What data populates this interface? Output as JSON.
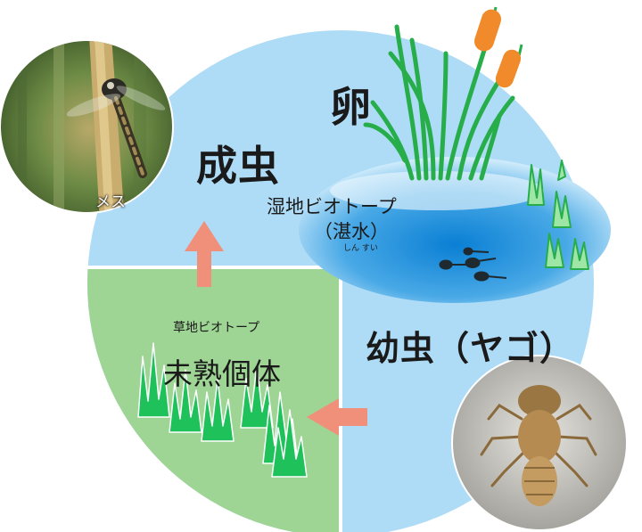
{
  "labels": {
    "egg": "卵",
    "adult": "成虫",
    "female": "メス",
    "wetland_biotope": "湿地ビオトープ",
    "flooded": "（湛水）",
    "flooded_reading": "しん すい",
    "grassland_biotope": "草地ビオトープ",
    "immature": "未熟個体",
    "larva": "幼虫（ヤゴ）"
  },
  "colors": {
    "water_blue": "#aedcf6",
    "grass_green": "#9ed494",
    "arrow_salmon": "#f0907a",
    "reed_green": "#27ae4a",
    "cattail_orange": "#f08a2a"
  },
  "icons": [
    "dragonfly-adult-photo",
    "dragonfly-larva-photo",
    "tadpole-icon",
    "reed-icon",
    "cattail-icon",
    "grass-icon",
    "arrow-icon"
  ]
}
